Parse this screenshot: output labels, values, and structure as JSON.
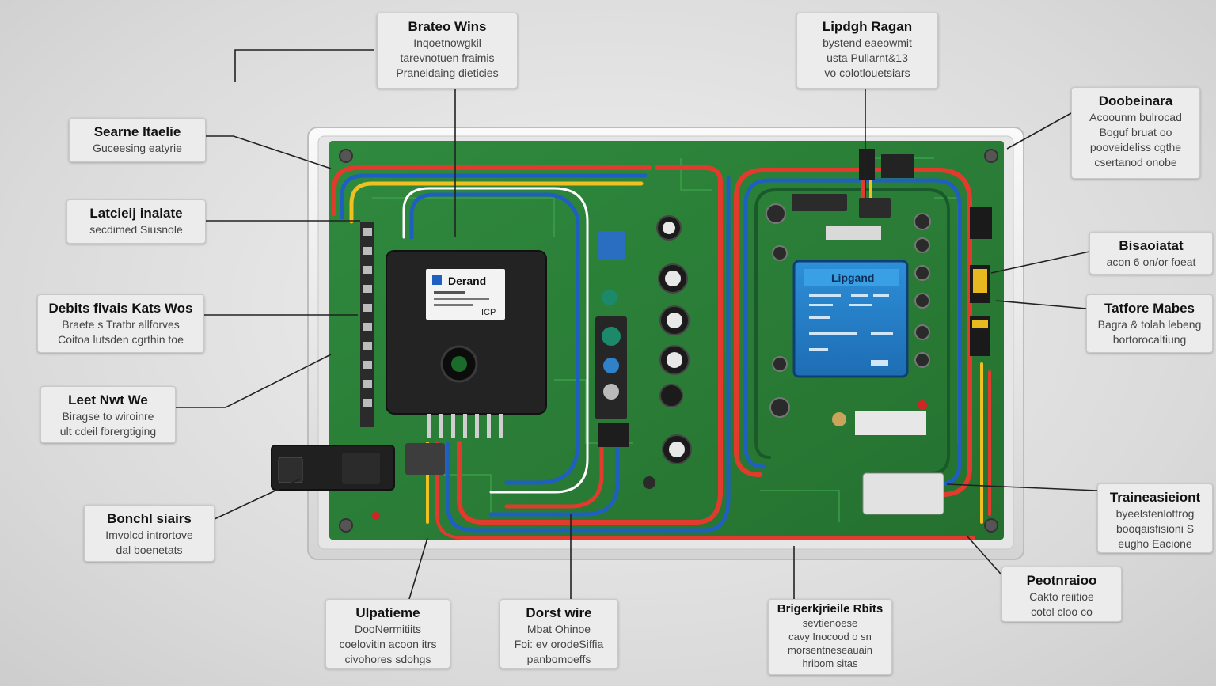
{
  "brand_panel": {
    "left_label": "Derand",
    "left_code": "ICP",
    "right_label": "Lipgand"
  },
  "callouts": [
    {
      "id": "top-left",
      "title": "Brateo Wins",
      "lines": [
        "Inqoetnowgkil",
        "tarevnotuen fraimis",
        "Praneidaing dieticies"
      ]
    },
    {
      "id": "top-right",
      "title": "Lipdgh Ragan",
      "lines": [
        "bystend eaeowmit",
        "usta Pullarnt&13",
        "vo colotlouetsiars"
      ]
    },
    {
      "id": "right-1",
      "title": "Doobeinara",
      "lines": [
        "Acoounm bulrocad",
        "Boguf bruat oo",
        "pooveideliss cgthe",
        "csertanod onobe"
      ]
    },
    {
      "id": "left-1",
      "title": "Searne Itaelie",
      "lines": [
        "Guceesing eatyrie"
      ]
    },
    {
      "id": "left-2",
      "title": "Latcieij inalate",
      "lines": [
        "secdimed Siusnole"
      ]
    },
    {
      "id": "right-2",
      "title": "Bisaoiatat",
      "lines": [
        "acon 6 on/or foeat"
      ]
    },
    {
      "id": "left-3",
      "title": "Debits fivais Kats Wos",
      "lines": [
        "Braete s Tratbr allforves",
        "Coitoa lutsden cgrthin toe"
      ]
    },
    {
      "id": "right-3",
      "title": "Tatfore Mabes",
      "lines": [
        "Bagra & tolah lebeng",
        "bortorocaltiung"
      ]
    },
    {
      "id": "left-4",
      "title": "Leet Nwt We",
      "lines": [
        "Biragse to wiroinre",
        "ult cdeil fbrergtiging"
      ]
    },
    {
      "id": "right-4",
      "title": "Traineasieiont",
      "lines": [
        "byeelstenlottrog",
        "booqaisfisioni S",
        "eugho Eacione"
      ]
    },
    {
      "id": "left-5",
      "title": "Bonchl siairs",
      "lines": [
        "Imvolcd intrortove",
        "dal boenetats"
      ]
    },
    {
      "id": "right-5",
      "title": "Peotnraioo",
      "lines": [
        "Cakto reiitioe",
        "cotol cloo co"
      ]
    },
    {
      "id": "bottom-1",
      "title": "Ulpatieme",
      "lines": [
        "DooNermitiits",
        "coelovitin acoon itrs",
        "civohores sdohgs"
      ]
    },
    {
      "id": "bottom-2",
      "title": "Dorst wire",
      "lines": [
        "Mbat Ohinoe",
        "Foi: ev orodeSiffia",
        "panbomoeffs"
      ]
    },
    {
      "id": "bottom-3",
      "title": "Brigerkjrieile Rbits",
      "lines": [
        "sevtienoese",
        "cavy Inocood o sn",
        "morsentneseauain",
        "hribom sitas"
      ]
    }
  ]
}
